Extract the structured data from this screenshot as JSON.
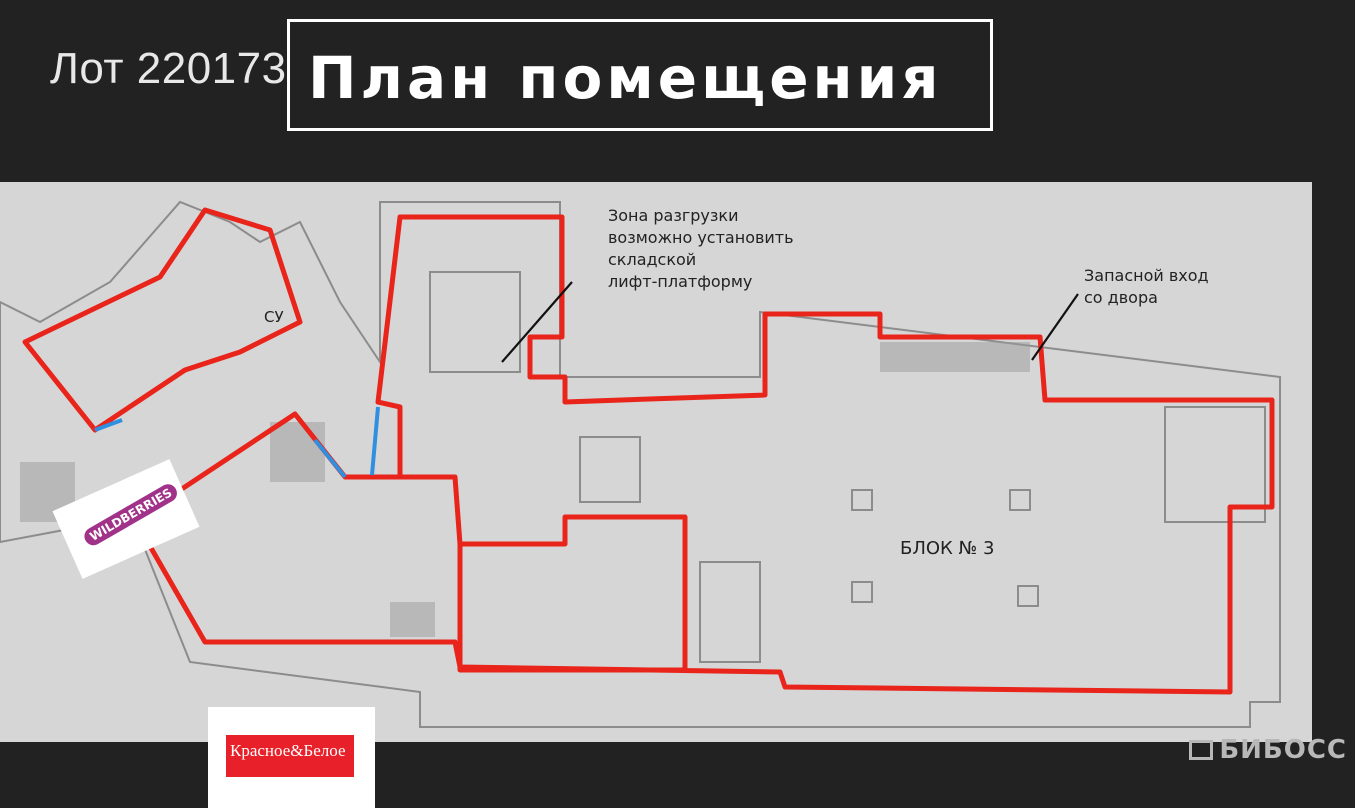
{
  "header": {
    "lot": "Лот 220173",
    "title": "План помещения"
  },
  "plan": {
    "zone_note": "Зона разгрузки\nвозможно установить\nскладской\nлифт-платформу",
    "exit_note": "Запасной вход\nсо двора",
    "block_label": "БЛОК № 3",
    "wc_label": "СУ",
    "tenant_1": "WILDBERRIES",
    "tenant_2": "Красное&Белое"
  },
  "colors": {
    "boundary": "#e8241b",
    "door": "#2f8fe0",
    "floor": "#d6d6d6"
  },
  "brand": "БИБОСС",
  "icons": [
    "building-icon"
  ]
}
